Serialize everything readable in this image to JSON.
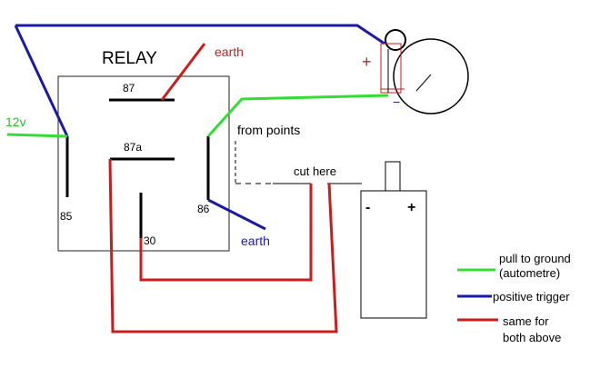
{
  "relay": {
    "title": "RELAY",
    "pin_87": "87",
    "pin_87a": "87a",
    "pin_85": "85",
    "pin_86": "86",
    "pin_30": "30"
  },
  "labels": {
    "earth_top": "earth",
    "earth_bottom": "earth",
    "twelve_v": "12v",
    "from_points": "from points",
    "cut_here": "cut here",
    "coil_minus": "-",
    "coil_plus": "+",
    "gauge_plus": "+",
    "gauge_minus": "−"
  },
  "legend": {
    "green_line1": "pull to ground",
    "green_line2": "(autometre)",
    "blue": "positive trigger",
    "red_line1": "same for",
    "red_line2": "both above"
  },
  "colors": {
    "green": "#33dd33",
    "blue": "#1a1aa8",
    "red": "#cc1c1c",
    "black": "#000000",
    "box": "#222222"
  }
}
